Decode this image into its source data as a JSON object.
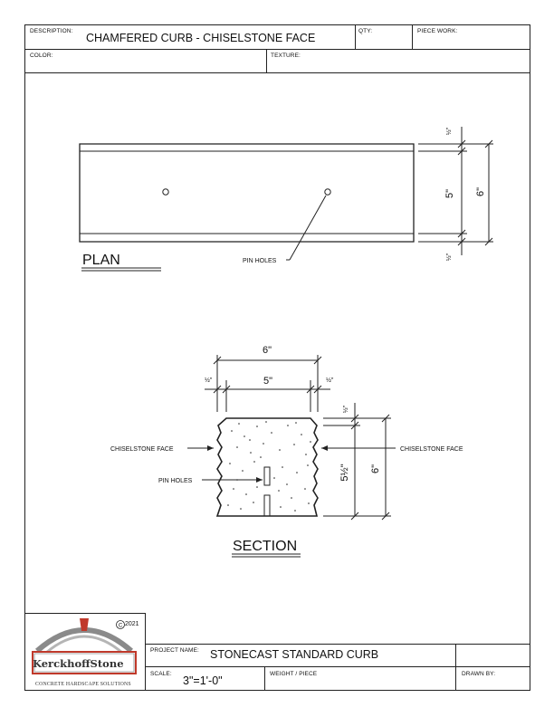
{
  "title_block": {
    "description_label": "DESCRIPTION:",
    "description_value": "CHAMFERED CURB - CHISELSTONE FACE",
    "qty_label": "QTY:",
    "qty_value": "",
    "piece_work_label": "PIECE WORK:",
    "piece_work_value": "",
    "color_label": "COLOR:",
    "color_value": "",
    "texture_label": "TEXTURE:",
    "texture_value": ""
  },
  "plan": {
    "heading": "PLAN",
    "pin_holes_label": "PIN HOLES",
    "dims": {
      "top_band": "1\"/2",
      "inner": "5\"",
      "overall": "6\"",
      "bottom_band": "1\"/2"
    }
  },
  "section": {
    "heading": "SECTION",
    "dim_overall_width": "6\"",
    "dim_inner_width": "5\"",
    "dim_left_half": "1/2\"",
    "dim_right_half": "1/2\"",
    "dim_top_half": "1/2\"",
    "dim_inner_height": "5 1/2\"",
    "dim_overall_height": "6\"",
    "left_face_label": "CHISELSTONE FACE",
    "right_face_label": "CHISELSTONE FACE",
    "pin_holes_label": "PIN HOLES"
  },
  "footer": {
    "copyright": "2021",
    "logo_name": "KerckhoffStone",
    "logo_tagline": "CONCRETE HARDSCAPE SOLUTIONS",
    "project_name_label": "PROJECT NAME:",
    "project_name_value": "STONECAST STANDARD CURB",
    "scale_label": "SCALE:",
    "scale_value": "3\"=1'-0\"",
    "weight_label": "WEIGHT / PIECE",
    "weight_value": "",
    "drawn_by_label": "DRAWN BY:",
    "drawn_by_value": ""
  },
  "colors": {
    "line": "#222222",
    "logo_red": "#c0392b",
    "logo_gray": "#8a8a8a"
  }
}
